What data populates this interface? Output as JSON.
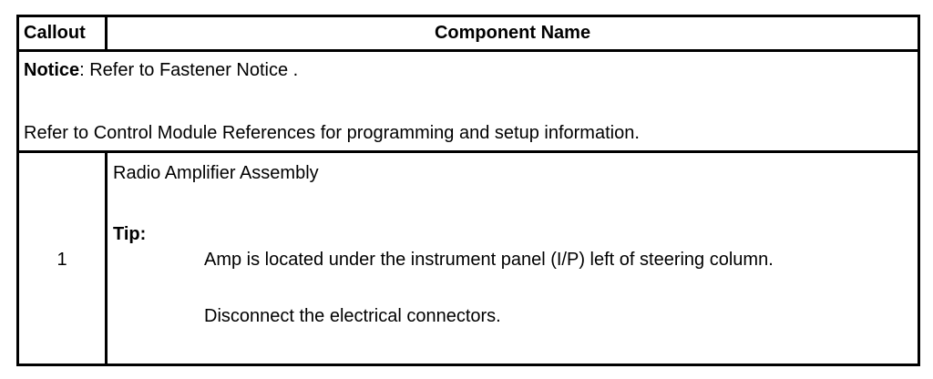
{
  "table": {
    "header": {
      "callout": "Callout",
      "component_name": "Component Name"
    },
    "notice": {
      "label": "Notice",
      "text": ": Refer to Fastener Notice ."
    },
    "reference": "Refer to Control Module References for programming and setup information.",
    "steps": [
      {
        "callout": "1",
        "component_name": "Radio Amplifier Assembly",
        "tip_label": "Tip:",
        "tips": [
          "Amp is located under the instrument panel (I/P) left of steering column.",
          "Disconnect the electrical connectors."
        ]
      }
    ]
  }
}
